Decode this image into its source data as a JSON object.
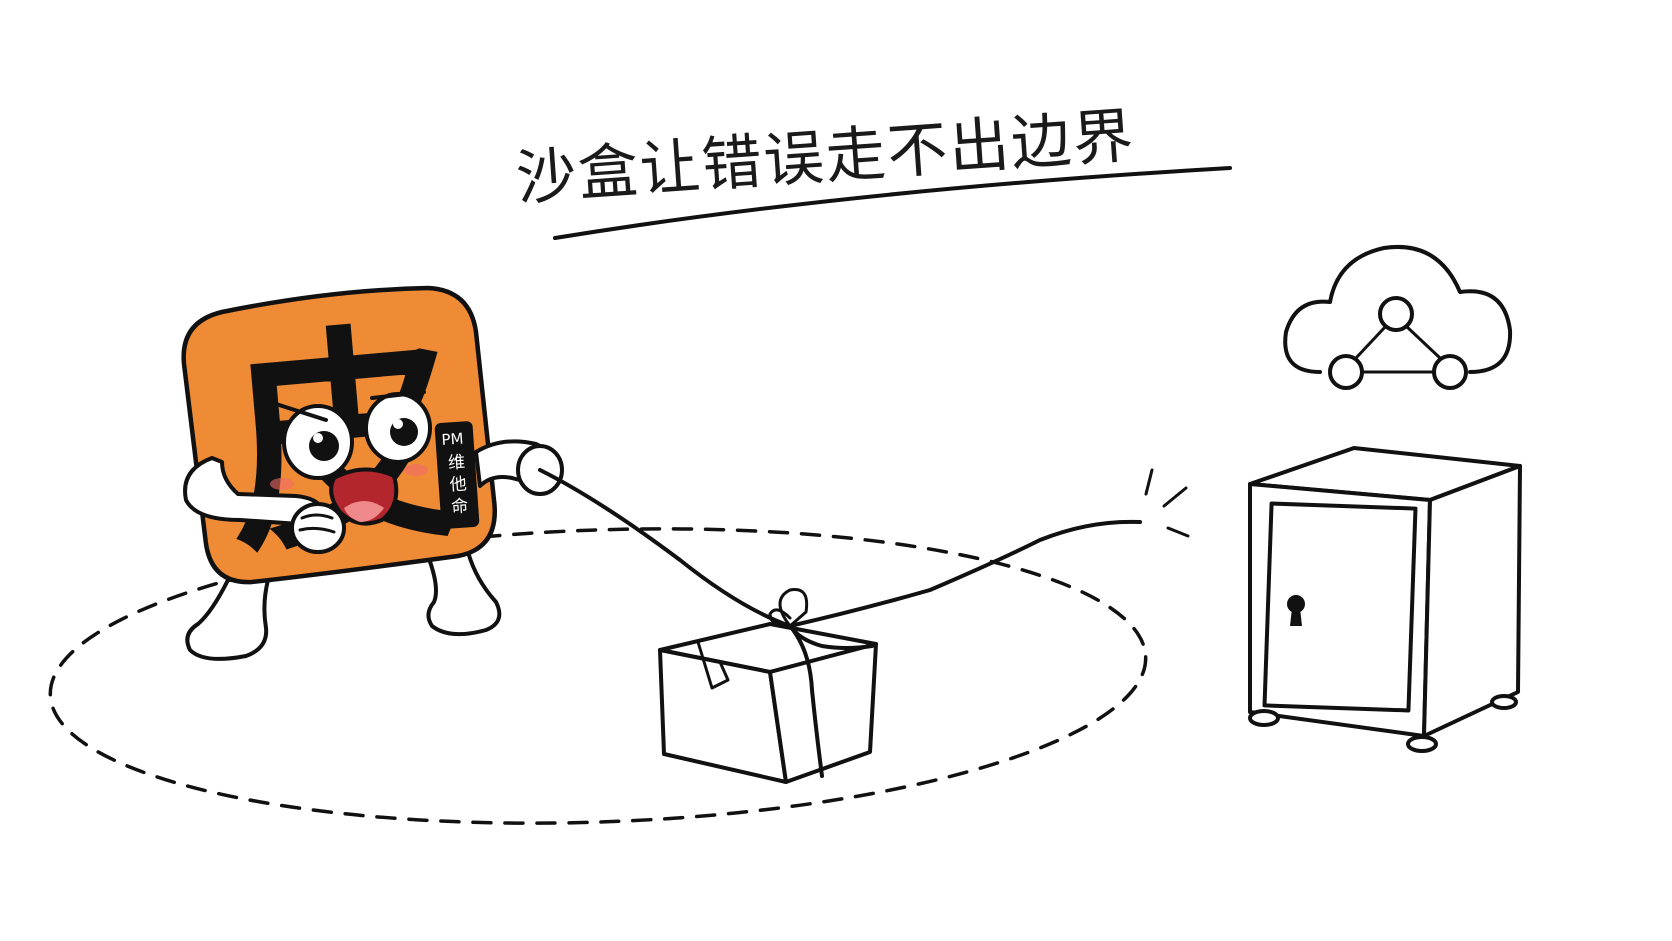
{
  "headline": {
    "text": "沙盒让错误走不出边界"
  },
  "mascot": {
    "glyph": "皮",
    "tag_line1": "PM",
    "tag_line2": "维",
    "tag_line3": "他",
    "tag_line4": "命",
    "body_color": "#ef8a35",
    "outline_color": "#111111"
  },
  "icons": {
    "box": "package-box-icon",
    "safe": "safe-vault-icon",
    "cloud": "cloud-network-icon",
    "boundary": "sandbox-boundary-dashed-ellipse"
  }
}
